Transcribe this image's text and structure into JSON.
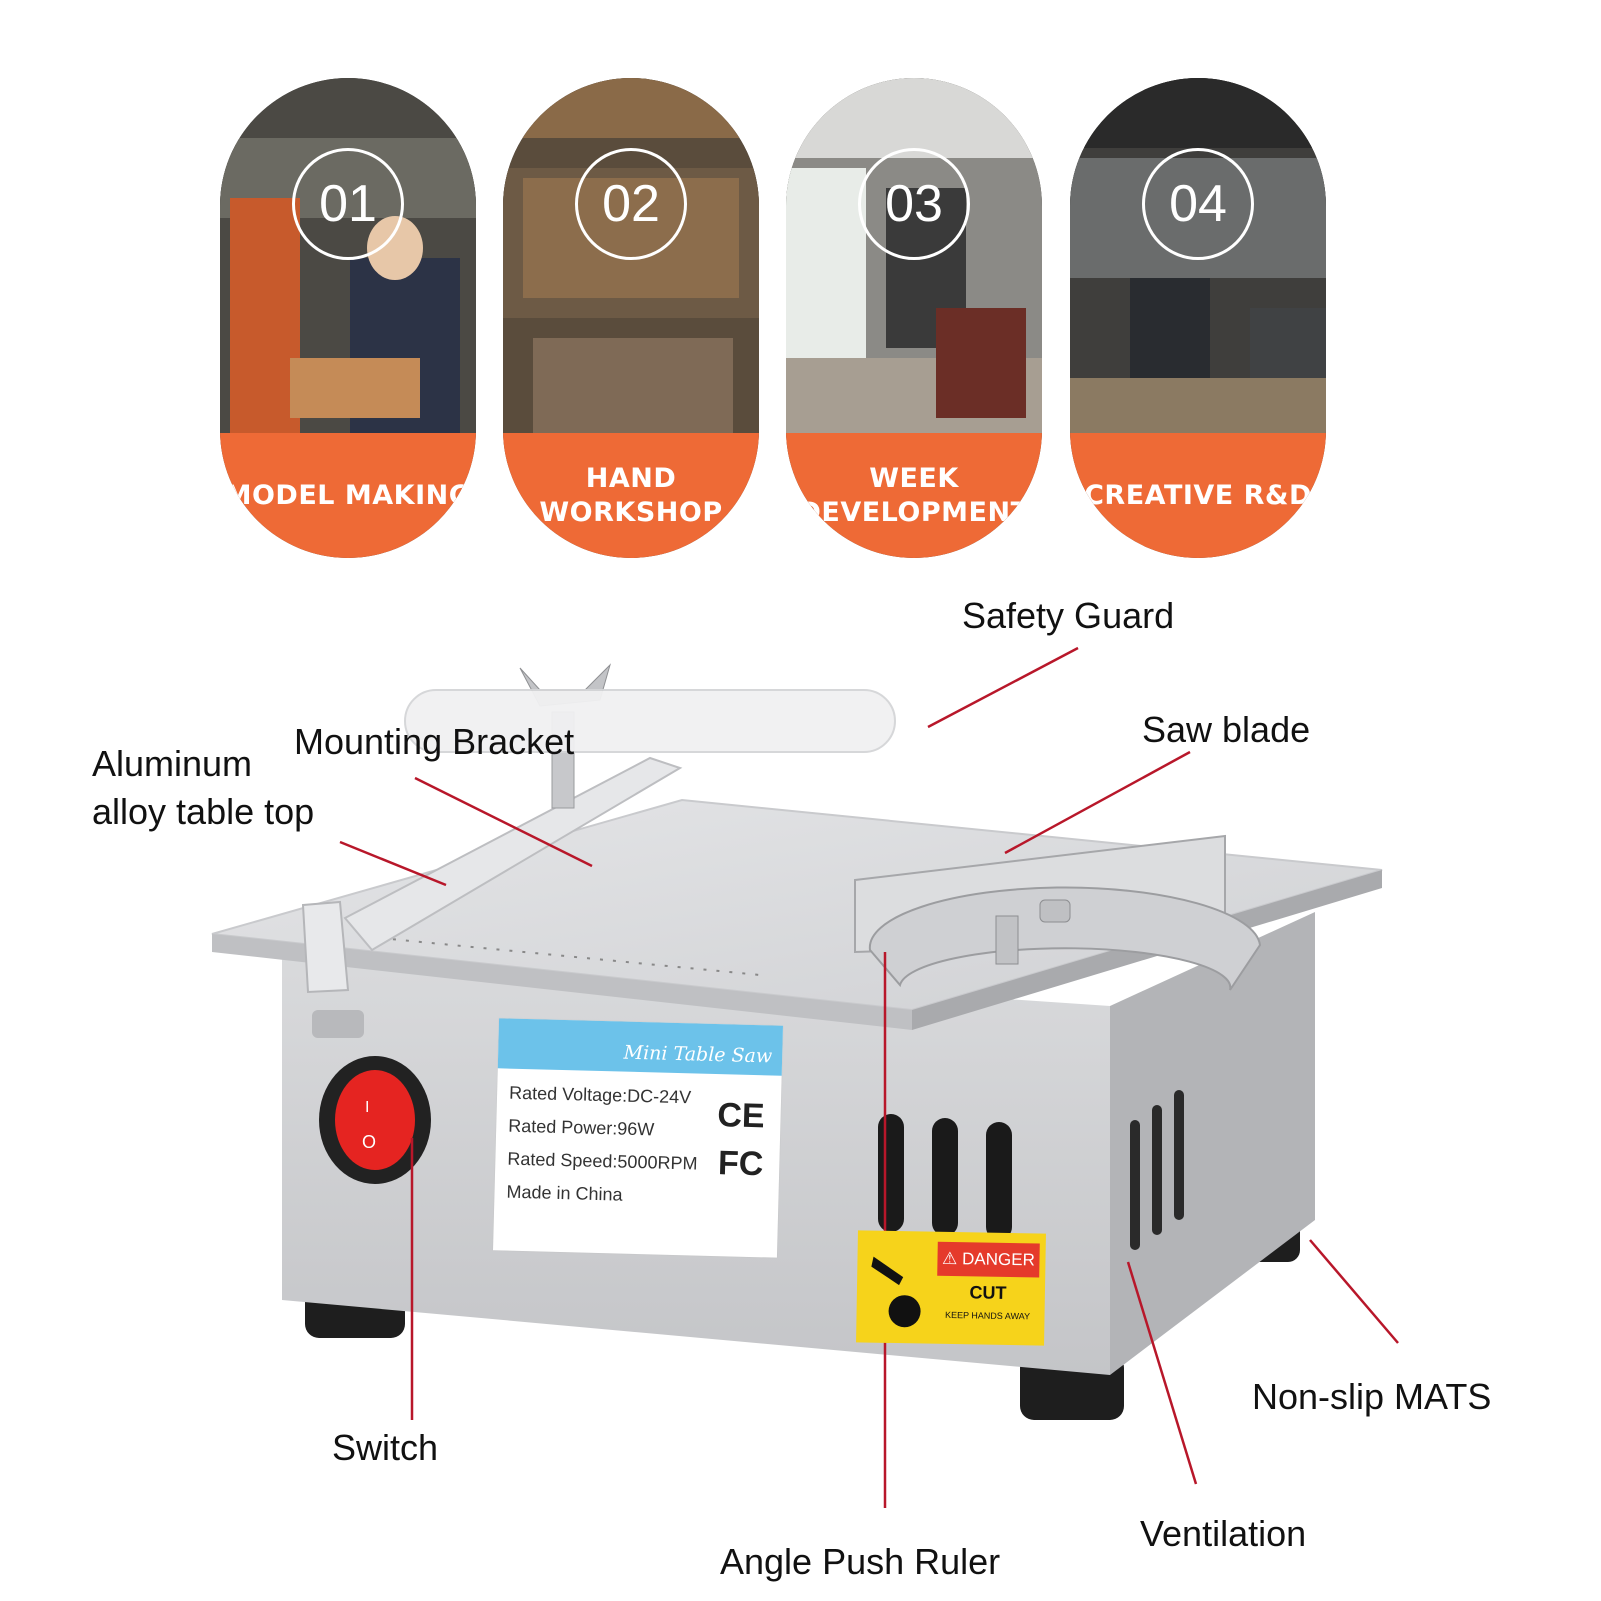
{
  "cards": [
    {
      "number": "01",
      "title": "MODEL MAKING"
    },
    {
      "number": "02",
      "title": "HAND\nWORKSHOP"
    },
    {
      "number": "03",
      "title": "WEEK\nDEVELOPMENT"
    },
    {
      "number": "04",
      "title": "CREATIVE R&D"
    }
  ],
  "callouts": {
    "safety_guard": "Safety Guard",
    "saw_blade": "Saw blade",
    "mounting_bracket": "Mounting Bracket",
    "table_top": "Aluminum\nalloy table top",
    "switch": "Switch",
    "non_slip": "Non-slip MATS",
    "ventilation": "Ventilation",
    "angle_ruler": "Angle Push Ruler"
  },
  "spec_label": {
    "title": "Mini Table Saw",
    "voltage": "Rated Voltage:DC-24V",
    "power": "Rated Power:96W",
    "speed": "Rated Speed:5000RPM",
    "origin": "Made in China",
    "ce": "CE",
    "fc": "FC"
  },
  "danger_label": {
    "heading": "DANGER",
    "cut": "CUT",
    "keep": "KEEP HANDS AWAY"
  },
  "switch_marks": {
    "on": "I",
    "off": "O"
  },
  "colors": {
    "accent_orange": "#ee6a36",
    "leader_red": "#b8172a",
    "switch_red": "#e52421",
    "label_blue": "#6cc2ea",
    "danger_yellow": "#f6d31b"
  }
}
